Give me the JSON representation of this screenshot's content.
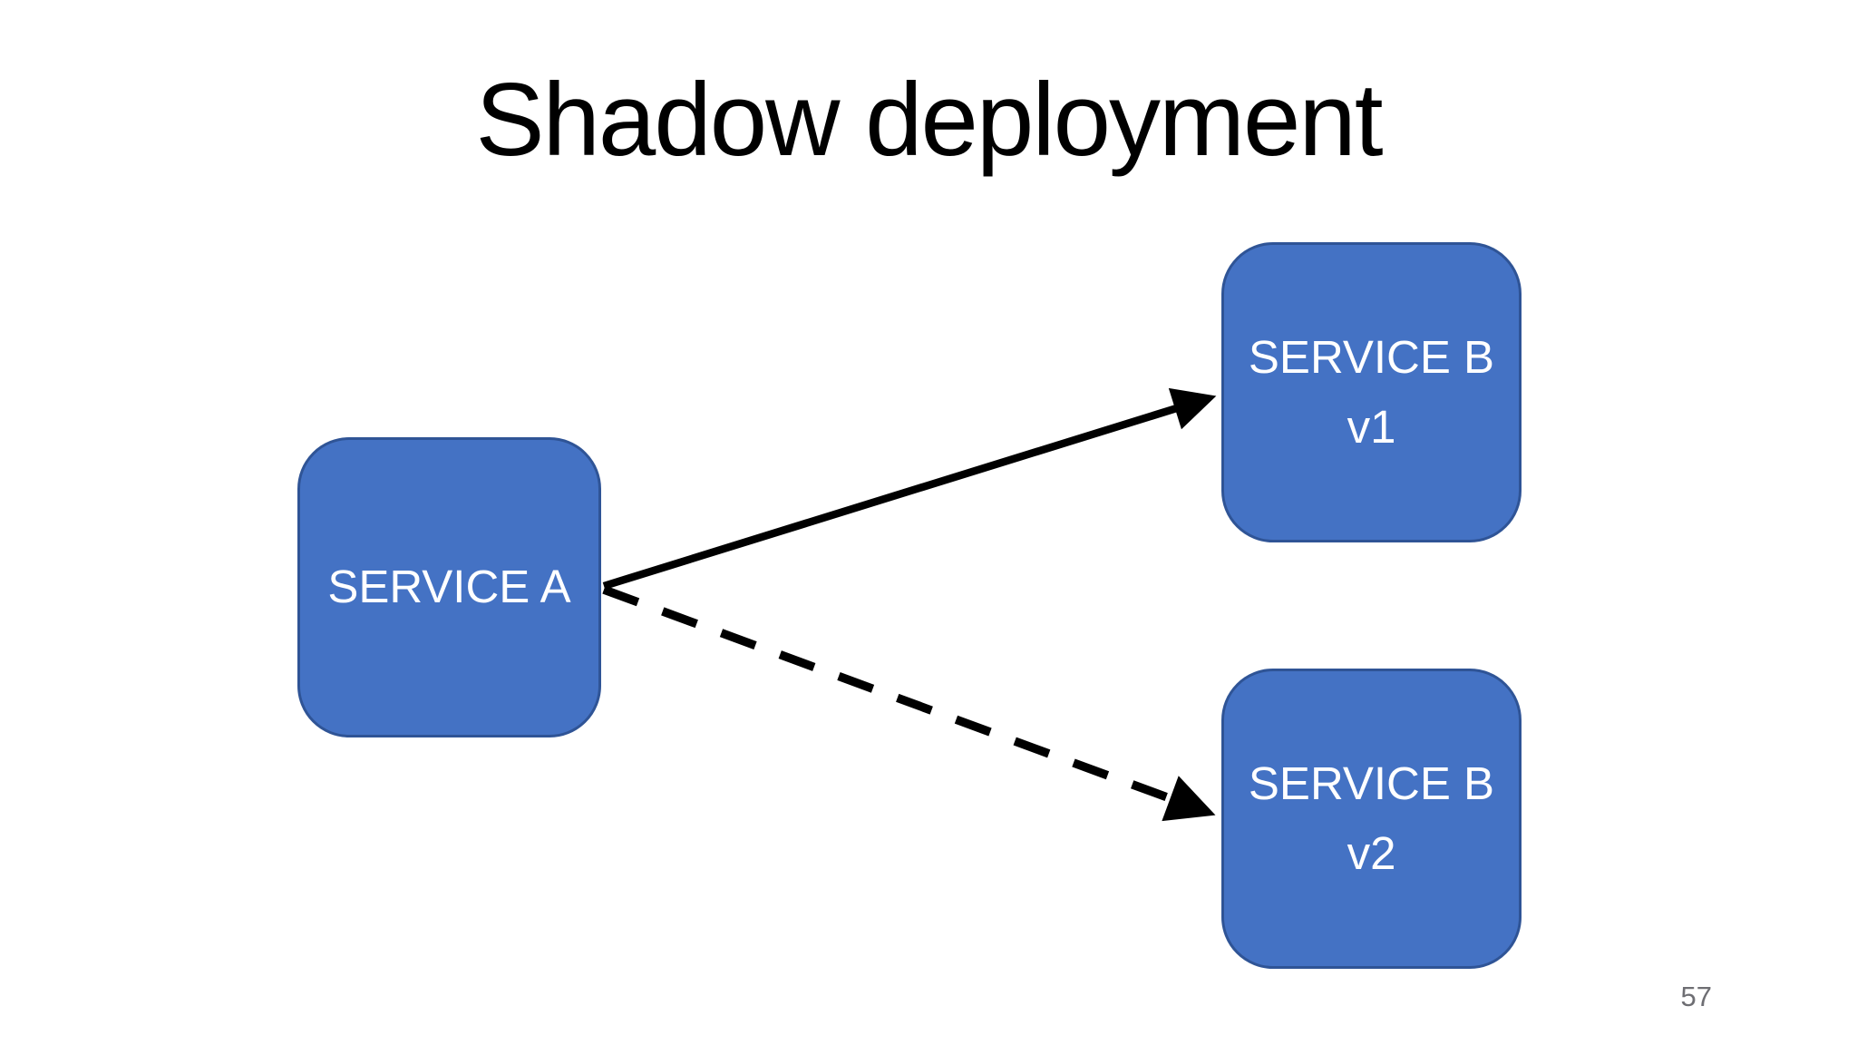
{
  "slide": {
    "title": "Shadow deployment",
    "page_number": "57",
    "colors": {
      "background": "#FFFFFF",
      "box_fill": "#4472C4",
      "box_border": "#2F5496",
      "box_text": "#FFFFFF",
      "arrow": "#000000",
      "title_text": "#000000",
      "page_number_text": "#6E6E73"
    },
    "nodes": [
      {
        "id": "service-a",
        "lines": [
          "SERVICE A"
        ]
      },
      {
        "id": "service-b-v1",
        "lines": [
          "SERVICE B",
          "v1"
        ]
      },
      {
        "id": "service-b-v2",
        "lines": [
          "SERVICE B",
          "v2"
        ]
      }
    ],
    "edges": [
      {
        "from": "service-a",
        "to": "service-b-v1",
        "style": "solid",
        "arrowhead": "filled-triangle"
      },
      {
        "from": "service-a",
        "to": "service-b-v2",
        "style": "dashed",
        "arrowhead": "filled-triangle"
      }
    ]
  }
}
